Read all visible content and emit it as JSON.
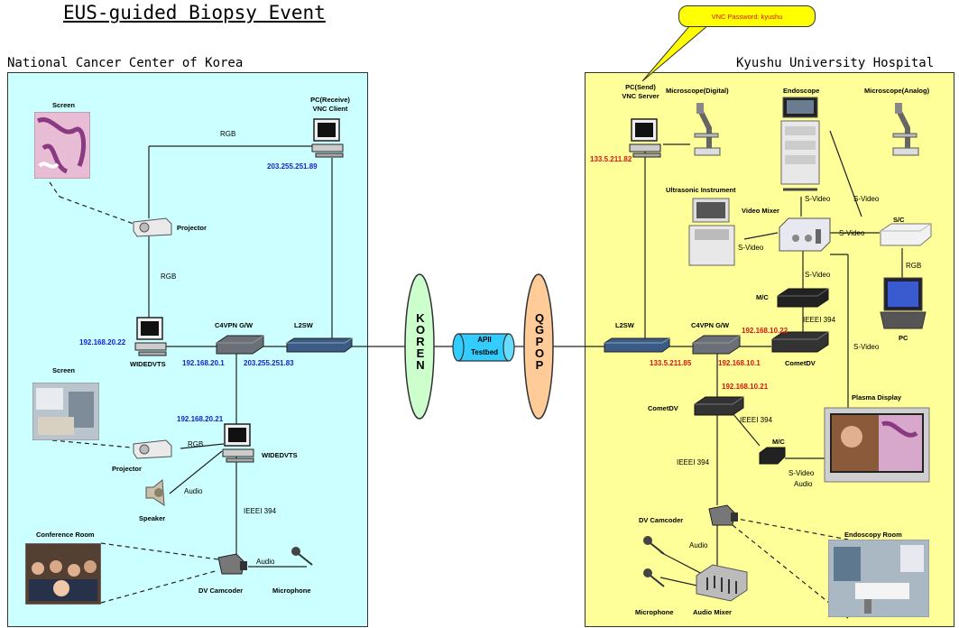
{
  "title": "EUS-guided Biopsy Event",
  "callout": "VNC Password: kyushu",
  "left_site": {
    "name": "National Cancer Center of Korea",
    "screen_top": "Screen",
    "pc_receive": "PC(Receive)",
    "vnc_client": "VNC Client",
    "rgb_top": "RGB",
    "ip_pc": "203.255.251.89",
    "projector_top": "Projector",
    "rgb_mid": "RGB",
    "ip_widedvts": "192.168.20.22",
    "c4vpn": "C4VPN G/W",
    "l2sw": "L2SW",
    "widedvts_top": "WIDEDVTS",
    "ip_gw_left": "192.168.20.1",
    "ip_gw_right": "203.255.251.83",
    "screen_bottom": "Screen",
    "ip_widedvts_bottom": "192.168.20.21",
    "rgb_bottom": "RGB",
    "widedvts_bottom": "WIDEDVTS",
    "projector_bottom": "Projector",
    "audio": "Audio",
    "speaker": "Speaker",
    "ieee1394": "IEEEI 394",
    "conference_room": "Conference Room",
    "audio2": "Audio",
    "dv_camcoder": "DV Camcoder",
    "microphone": "Microphone"
  },
  "right_site": {
    "name": "Kyushu University Hospital",
    "pc_send": "PC(Send)",
    "vnc_server": "VNC Server",
    "microscope_digital": "Microscope(Digital)",
    "endoscope": "Endoscope",
    "microscope_analog": "Microscope(Analog)",
    "ip_pc": "133.5.211.82",
    "ultrasonic": "Ultrasonic Instrument",
    "svideo1": "S-Video",
    "svideo2": "S-Video",
    "video_mixer": "Video Mixer",
    "svideo3": "S-Video",
    "sc": "S/C",
    "svideo4": "S-Video",
    "rgb": "RGB",
    "svideo5": "S-Video",
    "mc_top": "M/C",
    "ieee_a": "IEEEI 394",
    "pc": "PC",
    "l2sw": "L2SW",
    "c4vpn": "C4VPN G/W",
    "ip_cometdv_top": "192.168.10.22",
    "ip_l2sw": "133.5.211.85",
    "ip_gw": "192.168.10.1",
    "cometdv_top": "CometDV",
    "svideo6": "S-Video",
    "ip_cometdv_bottom": "192.168.10.21",
    "plasma": "Plasma Display",
    "cometdv_bottom": "CometDV",
    "ieee_b": "IEEEI 394",
    "mc_bottom": "M/C",
    "svideo7": "S-Video",
    "audio_r": "Audio",
    "ieee_c": "IEEEI 394",
    "dv_camcoder": "DV Camcoder",
    "audio": "Audio",
    "endoscopy_room": "Endoscopy Room",
    "microphone": "Microphone",
    "audio_mixer": "Audio Mixer"
  },
  "koren": "KOREN",
  "apii_1": "APII",
  "apii_2": "Testbed",
  "qgpop": "QGPOP",
  "colors": {
    "left_panel": "#ccffff",
    "right_panel": "#ffff99",
    "koren": "#ccffcc",
    "apii": "#33ccff",
    "qgpop": "#ffcc99",
    "callout": "#ffff00",
    "ip_blue": "#1420d8",
    "ip_red": "#e01010"
  }
}
